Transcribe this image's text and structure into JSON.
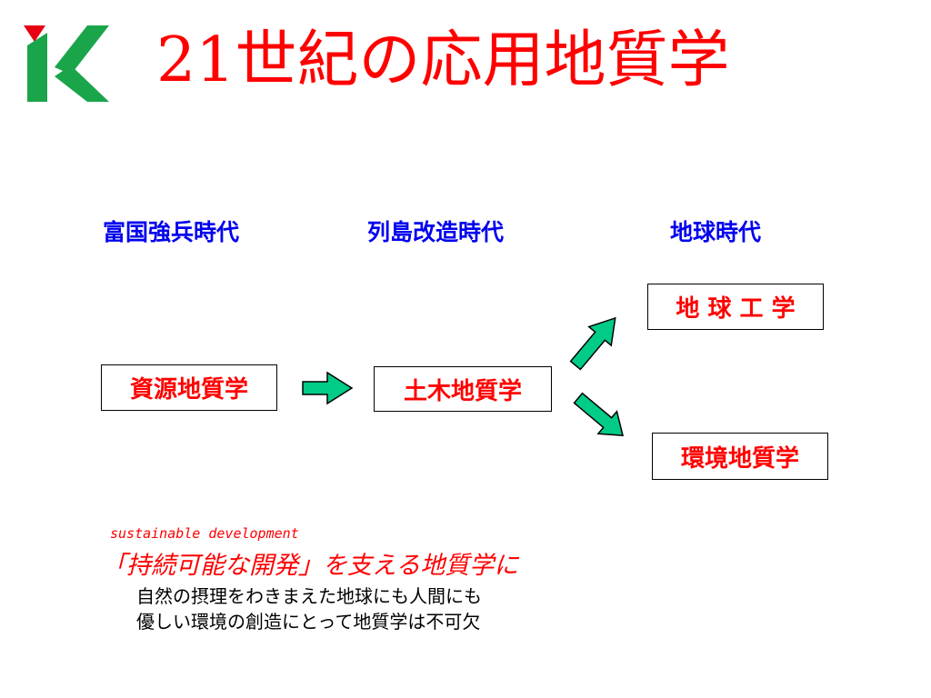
{
  "title": "21世紀の応用地質学",
  "eras": [
    "富国強兵時代",
    "列島改造時代",
    "地球時代"
  ],
  "boxes": {
    "resource_geology": "資源地質学",
    "civil_geology": "土木地質学",
    "earth_engineering": "地 球 工 学",
    "environmental_geology": "環境地質学"
  },
  "footer": {
    "english": "sustainable development",
    "tagline": "「持続可能な開発」を支える地質学に",
    "line1": "自然の摂理をわきまえた地球にも人間にも",
    "line2": "優しい環境の創造にとって地質学は不可欠"
  },
  "colors": {
    "title": "#ff0000",
    "era_text": "#0000ee",
    "box_text": "#ff0000",
    "arrow_fill": "#00cc88",
    "logo_red": "#e60012",
    "logo_green": "#1aa54a"
  }
}
